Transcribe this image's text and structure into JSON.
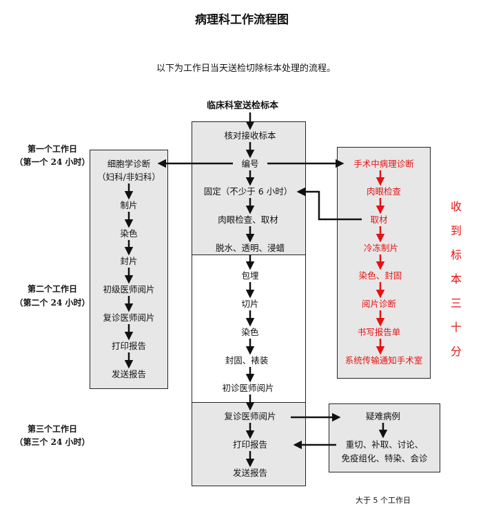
{
  "title": "病理科工作流程图",
  "subtitle": "以下为工作日当天送检切除标本处理的流程。",
  "source": "临床科室送检标本",
  "days": {
    "day1": {
      "label": "第一个工作日",
      "sub": "（第一个 24 小时）"
    },
    "day2": {
      "label": "第二个工作日",
      "sub": "（第二个 24 小时）"
    },
    "day3": {
      "label": "第三个工作日",
      "sub": "（第三个 24 小时）"
    }
  },
  "main": {
    "steps": [
      "核对接收标本",
      "编号",
      "固定（不少于 6 小时）",
      "肉眼检查、取材",
      "脱水、透明、浸蜡",
      "包埋",
      "切片",
      "染色",
      "封固、裱装",
      "初诊医师阅片",
      "复诊医师阅片",
      "打印报告",
      "发送报告"
    ]
  },
  "cytology": {
    "title": "细胞学诊断",
    "subtitle": "（妇科/非妇科）",
    "steps": [
      "制片",
      "染色",
      "封片",
      "初级医师阅片",
      "复诊医师阅片",
      "打印报告",
      "发送报告"
    ]
  },
  "frozen": {
    "steps": [
      "手术中病理诊断",
      "肉眼检查",
      "取材",
      "冷冻制片",
      "染色、封固",
      "阅片诊断",
      "书写报告单",
      "系统传输通知手术室"
    ]
  },
  "frozen_note": [
    "收",
    "到",
    "标",
    "本",
    "三",
    "十",
    "分"
  ],
  "difficult": {
    "title": "疑难病例",
    "line1": "重切、补取、讨论、",
    "line2": "免疫组化、特染、会诊",
    "note": "大于 5 个工作日"
  },
  "colors": {
    "gray_box": "#e7e7e7",
    "red": "#e41313",
    "black": "#111111"
  }
}
